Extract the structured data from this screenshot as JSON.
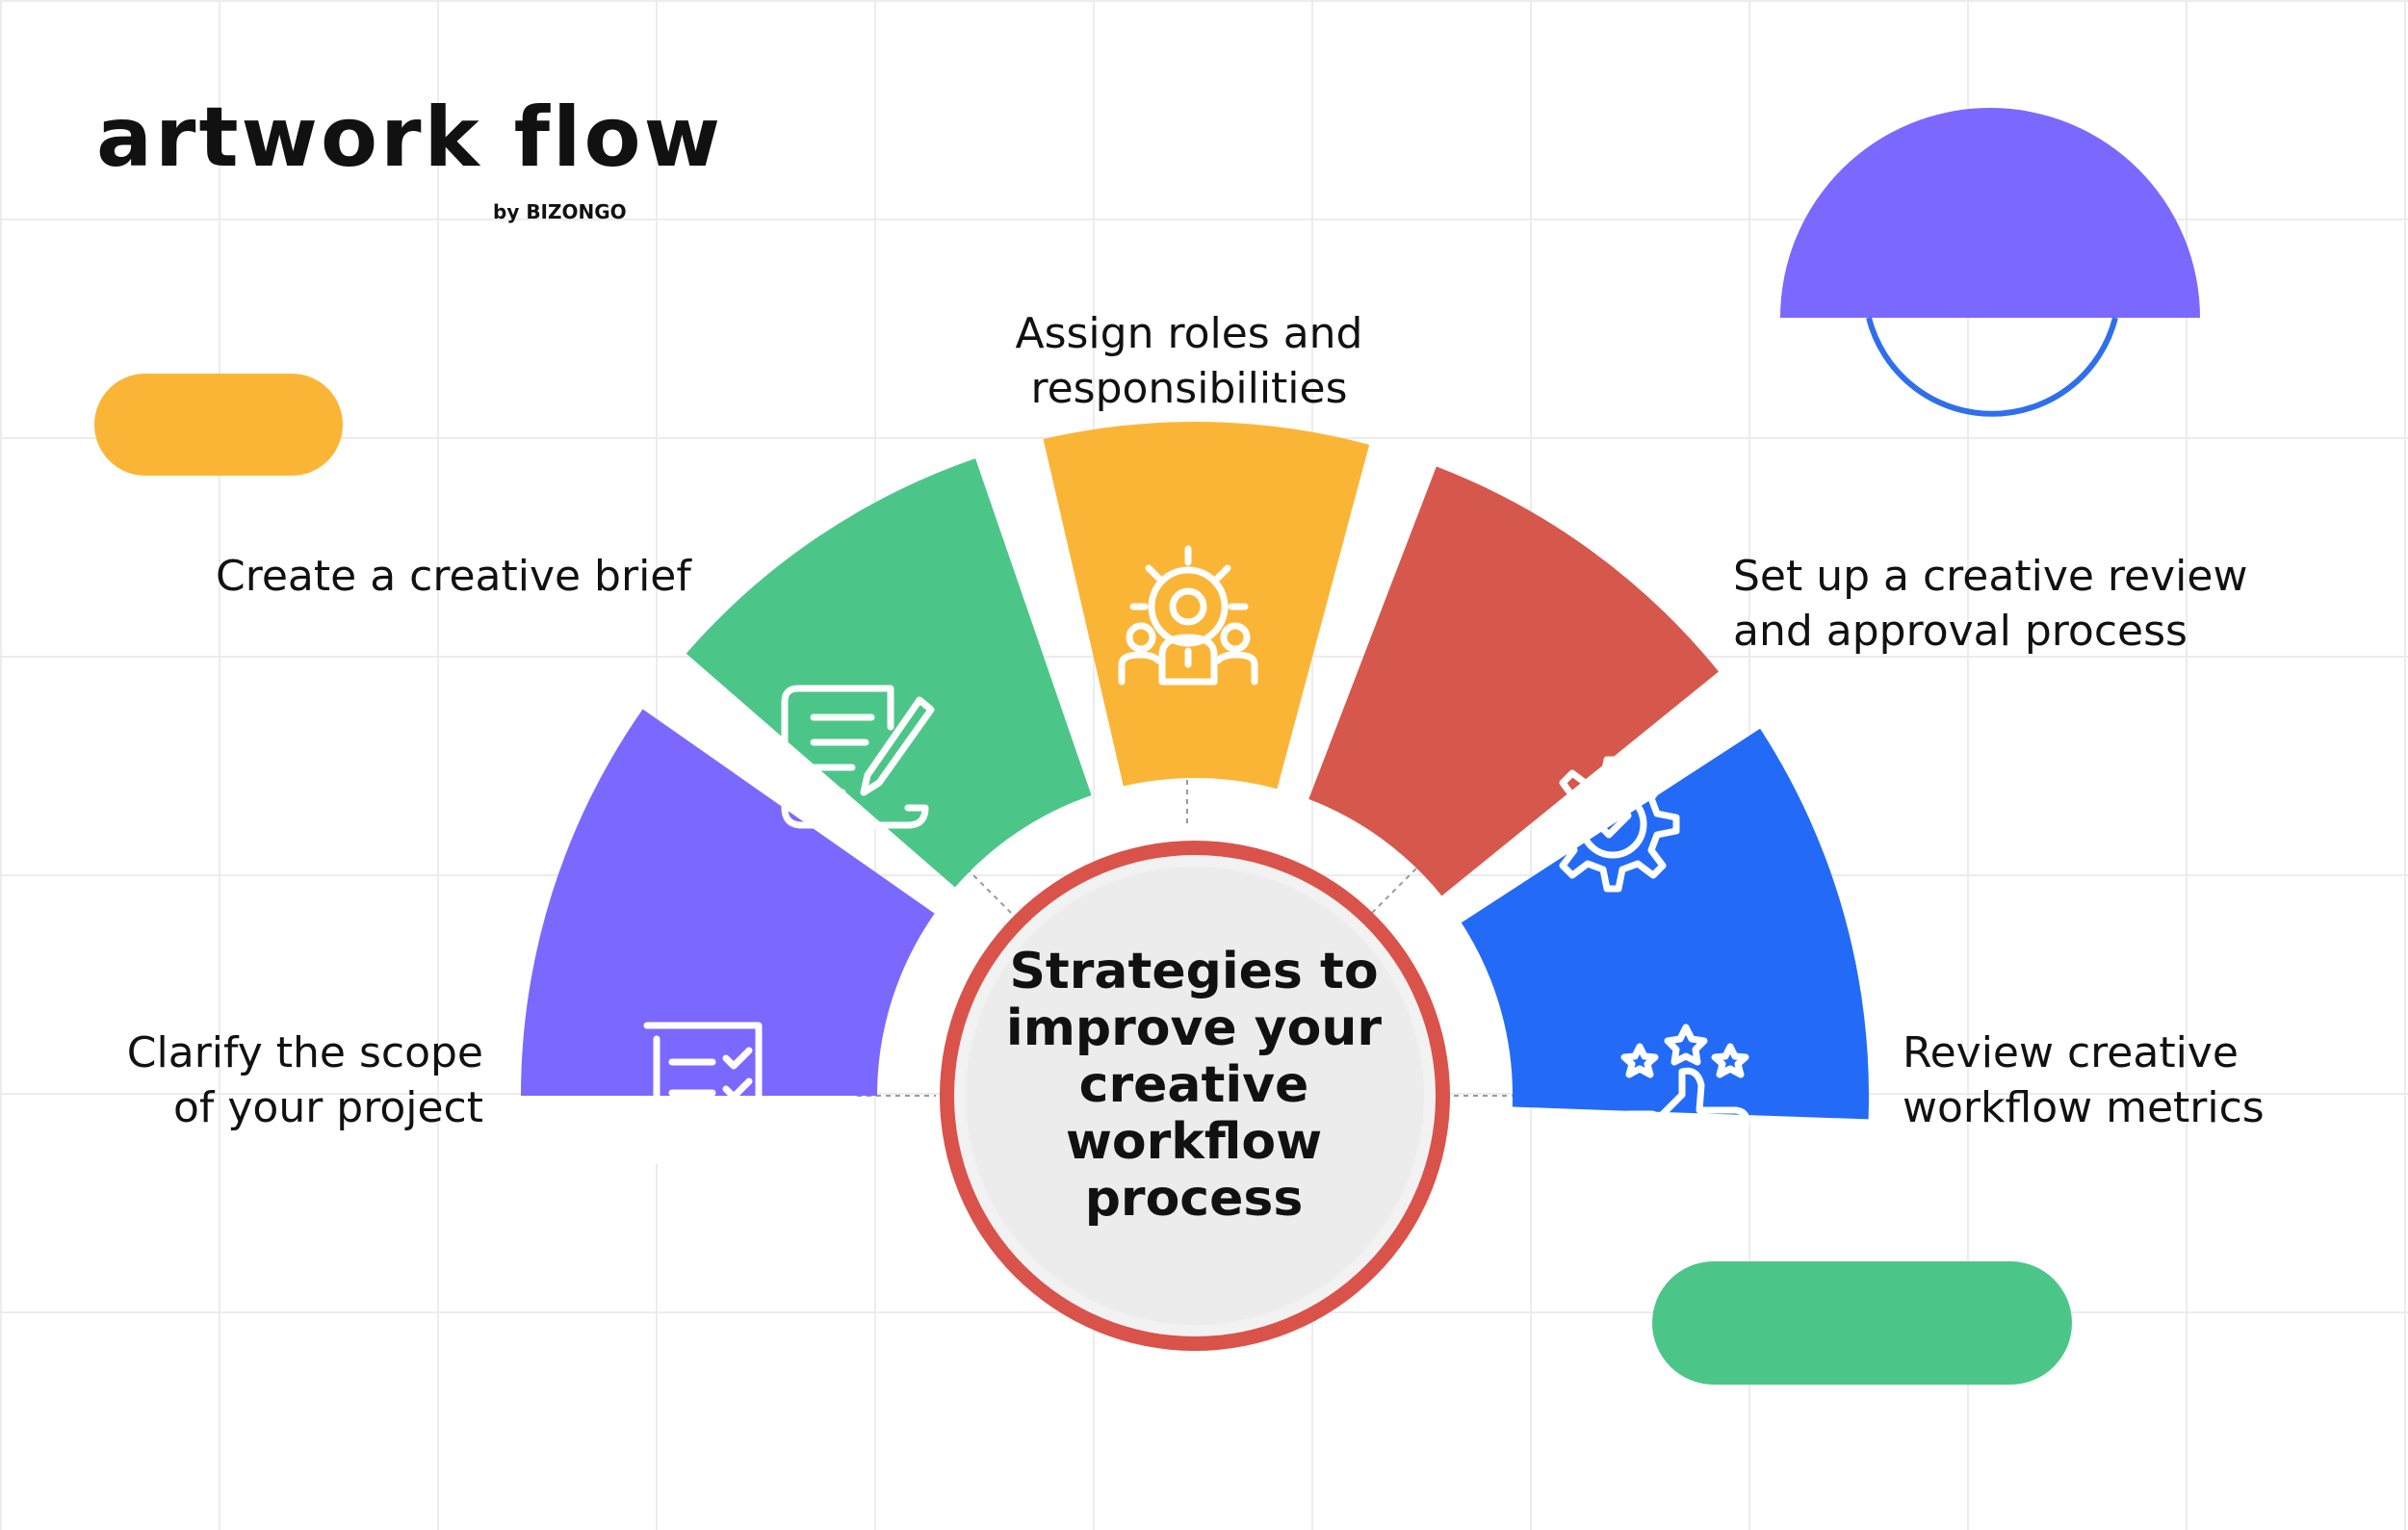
{
  "brand": {
    "logo_text": "artwork flow",
    "logo_subtext": "by BIZONGO",
    "accent_colors": [
      "#7B68FF",
      "#4BC488"
    ]
  },
  "center": {
    "title": "Strategies to improve your creative workflow process",
    "ring_color": "#D9534A"
  },
  "steps": [
    {
      "label": "Clarify the scope\nof your project",
      "icon": "checklist-icon",
      "color": "#7B68FF"
    },
    {
      "label": "Create a creative brief",
      "icon": "document-pen-icon",
      "color": "#4CC688"
    },
    {
      "label": "Assign roles and\nresponsibilities",
      "icon": "team-gear-icon",
      "color": "#FBB536"
    },
    {
      "label": "Set up a creative review\nand approval process",
      "icon": "gear-check-icon",
      "color": "#D6574C"
    },
    {
      "label": "Review creative\nworkflow metrics",
      "icon": "thumbs-up-stars-icon",
      "color": "#236BF6"
    }
  ],
  "decor": {
    "yellow_pill": "#FBB536",
    "green_pill": "#4CC688",
    "purple_dome": "#7B68FF",
    "blue_ring": "#2F6FEB"
  }
}
